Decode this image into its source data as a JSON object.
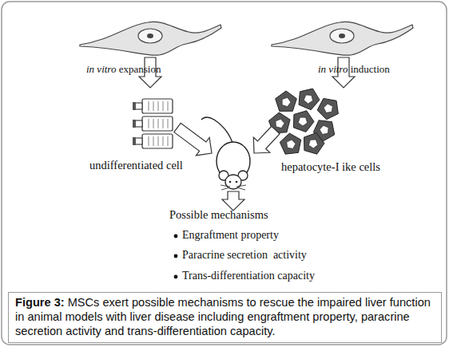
{
  "diagram": {
    "caption": "Figure 3: MSCs exert possible mechanisms to rescue the impaired liver function in animal models with liver disease including engraftment property, paracrine secretion activity and trans-differentiation capacity.",
    "labels": [
      "in vitro expansion",
      "in vitro induction",
      "undifferentiated cell",
      "hepatocyte-I ike cells",
      "Possible mechanisms",
      "Engraftment property",
      "Paracrine secretion  activity",
      "Trans-differentiation capacity"
    ]
  }
}
